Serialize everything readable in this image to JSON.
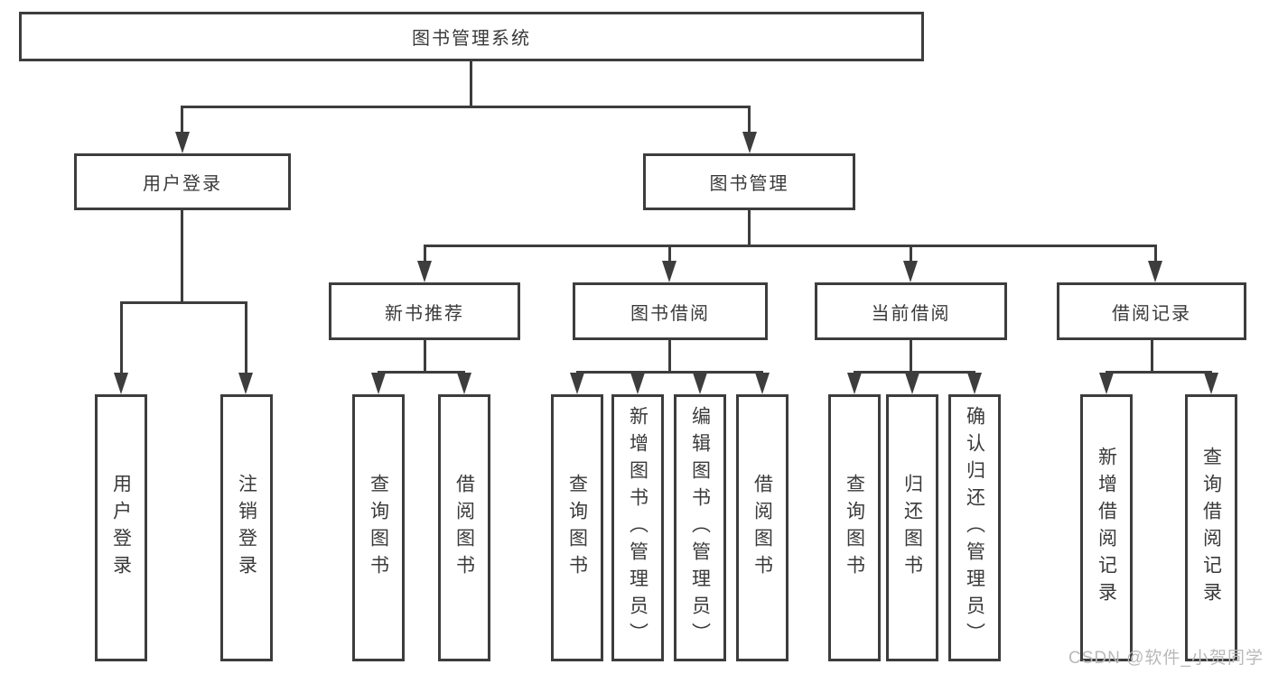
{
  "colors": {
    "line": "#3d3d3d",
    "text": "#3a3a3a",
    "background": "#ffffff",
    "watermark": "#b9b9b9"
  },
  "tree": {
    "root": {
      "label": "图书管理系统"
    },
    "branches": [
      {
        "label": "用户登录",
        "children": [
          {
            "label": "用户登录"
          },
          {
            "label": "注销登录"
          }
        ]
      },
      {
        "label": "图书管理",
        "groups": [
          {
            "label": "新书推荐",
            "children": [
              {
                "label": "查询图书"
              },
              {
                "label": "借阅图书"
              }
            ]
          },
          {
            "label": "图书借阅",
            "children": [
              {
                "label": "查询图书"
              },
              {
                "label": "新增图书（管理员）"
              },
              {
                "label": "编辑图书（管理员）"
              },
              {
                "label": "借阅图书"
              }
            ]
          },
          {
            "label": "当前借阅",
            "children": [
              {
                "label": "查询图书"
              },
              {
                "label": "归还图书"
              },
              {
                "label": "确认归还（管理员）"
              }
            ]
          },
          {
            "label": "借阅记录",
            "children": [
              {
                "label": "新增借阅记录"
              },
              {
                "label": "查询借阅记录"
              }
            ]
          }
        ]
      }
    ]
  },
  "watermark": {
    "text": "CSDN @软件_小贺同学"
  }
}
